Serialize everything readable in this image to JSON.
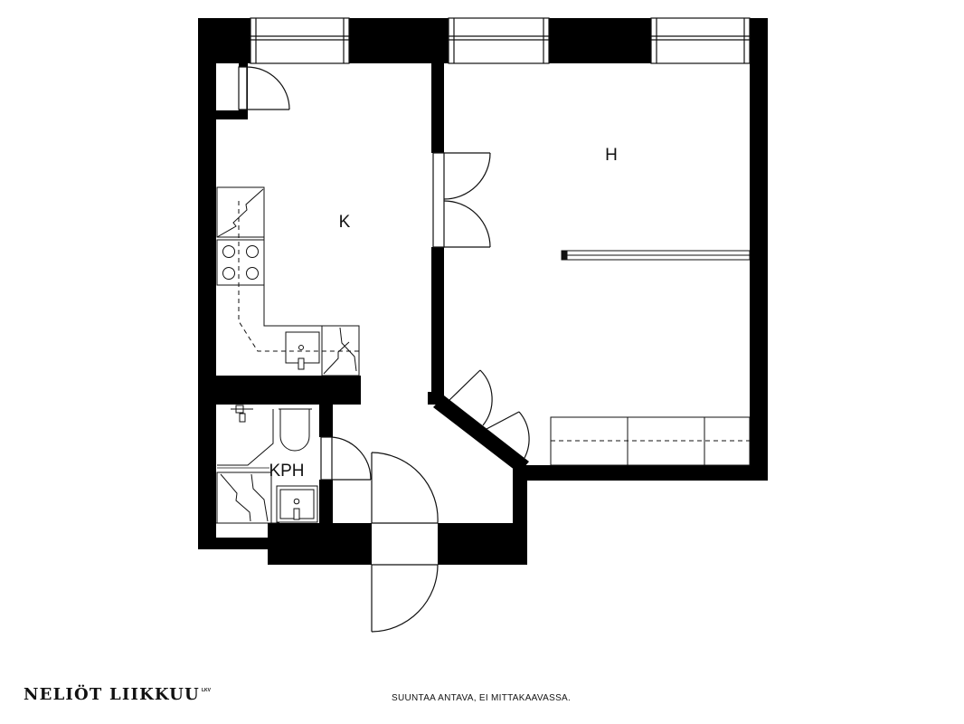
{
  "rooms": {
    "kitchen": "K",
    "living": "H",
    "bathroom": "KPH"
  },
  "footer": {
    "brand": "NELIÖT LIIKKUU",
    "brand_sup": "LKV",
    "note": "SUUNTAA ANTAVA, EI MITTAKAAVASSA."
  },
  "colors": {
    "wall": "#000000",
    "line": "#111111",
    "background": "#ffffff"
  }
}
